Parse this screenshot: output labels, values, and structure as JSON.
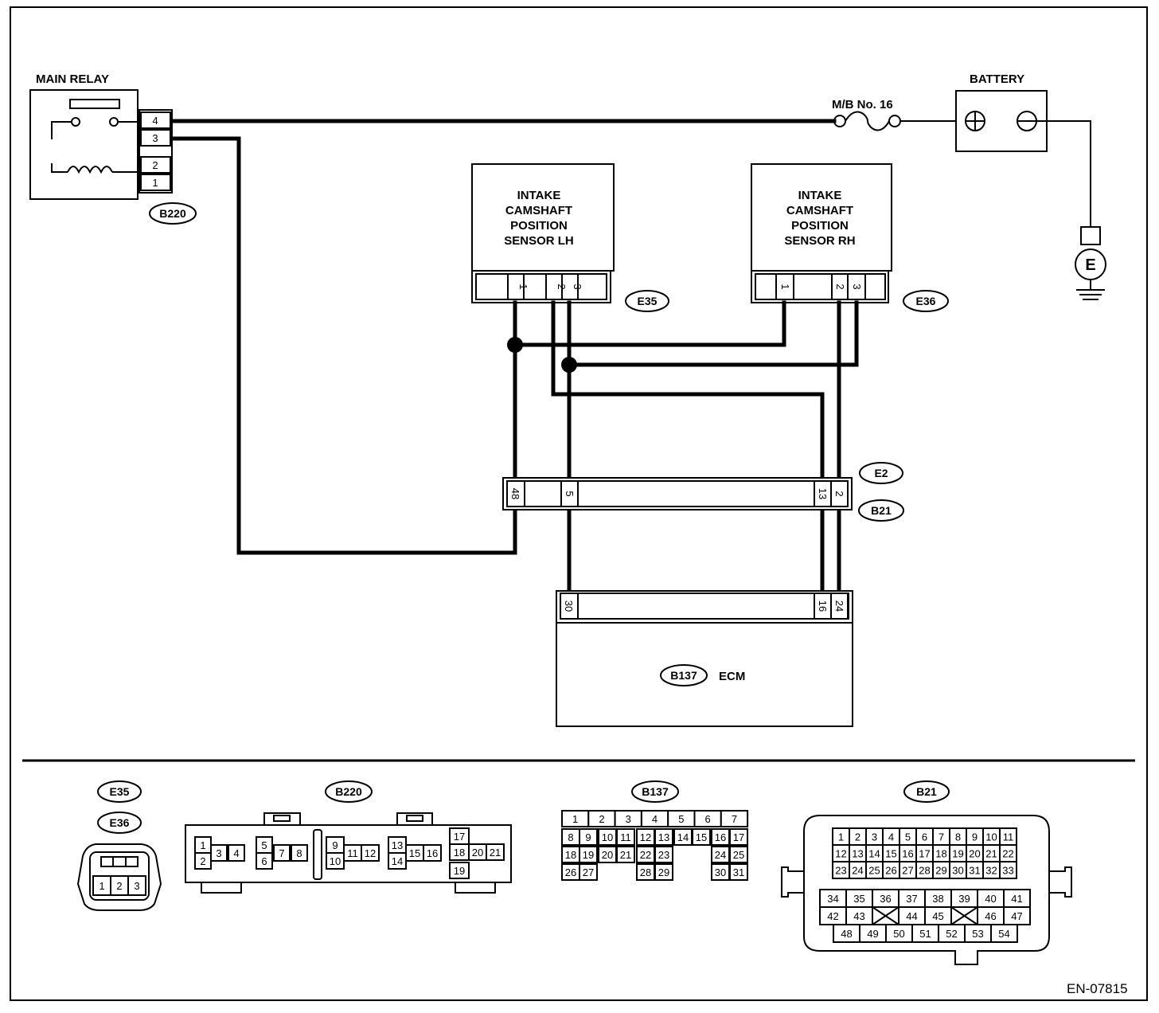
{
  "components": {
    "main_relay": "MAIN RELAY",
    "battery": "BATTERY",
    "fuse": "M/B No. 16",
    "sensor_lh": [
      "INTAKE",
      "CAMSHAFT",
      "POSITION",
      "SENSOR LH"
    ],
    "sensor_rh": [
      "INTAKE",
      "CAMSHAFT",
      "POSITION",
      "SENSOR RH"
    ],
    "ecm": "ECM",
    "ground": "E"
  },
  "connector_tags": {
    "b220": "B220",
    "e35": "E35",
    "e36": "E36",
    "e2": "E2",
    "b21": "B21",
    "b137": "B137"
  },
  "pins": {
    "relay": [
      "4",
      "3",
      "2",
      "1"
    ],
    "e35": [
      "1",
      "2",
      "3"
    ],
    "e36": [
      "1",
      "2",
      "3"
    ],
    "junction": [
      "48",
      "5",
      "13",
      "2"
    ],
    "ecm": [
      "30",
      "16",
      "24"
    ]
  },
  "connector_views": {
    "e35_e36_pins": [
      "1",
      "2",
      "3"
    ],
    "b220_pins": [
      "1",
      "2",
      "3",
      "4",
      "5",
      "6",
      "7",
      "8",
      "9",
      "10",
      "11",
      "12",
      "13",
      "14",
      "15",
      "16",
      "17",
      "18",
      "20",
      "21",
      "19"
    ],
    "b137_rows": [
      [
        "1",
        "2",
        "3",
        "4",
        "5",
        "6",
        "7"
      ],
      [
        "8",
        "9",
        "10",
        "11",
        "12",
        "13",
        "14",
        "15",
        "16",
        "17"
      ],
      [
        "18",
        "19",
        "20",
        "21",
        "22",
        "23",
        "24",
        "25"
      ],
      [
        "26",
        "27",
        "28",
        "29",
        "30",
        "31"
      ]
    ],
    "b21_rows": [
      [
        "1",
        "2",
        "3",
        "4",
        "5",
        "6",
        "7",
        "8",
        "9",
        "10",
        "11"
      ],
      [
        "12",
        "13",
        "14",
        "15",
        "16",
        "17",
        "18",
        "19",
        "20",
        "21",
        "22"
      ],
      [
        "23",
        "24",
        "25",
        "26",
        "27",
        "28",
        "29",
        "30",
        "31",
        "32",
        "33"
      ],
      [
        "34",
        "35",
        "36",
        "37",
        "38",
        "39",
        "40",
        "41"
      ],
      [
        "42",
        "43",
        "44",
        "45",
        "46",
        "47"
      ],
      [
        "48",
        "49",
        "50",
        "51",
        "52",
        "53",
        "54"
      ]
    ]
  },
  "figure_code": "EN-07815"
}
